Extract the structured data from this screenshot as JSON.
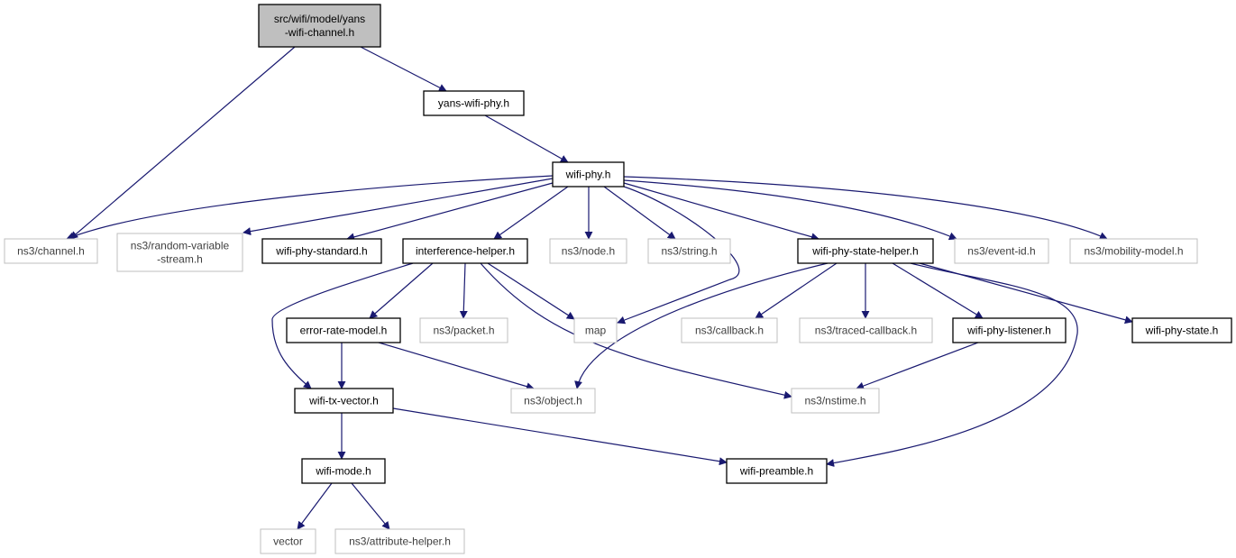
{
  "graph": {
    "colors": {
      "edge": "#191970",
      "root_fill": "#bfbfbf",
      "ext_border": "#bfbfbf",
      "node_border": "#000000"
    },
    "nodes": [
      {
        "id": "yans-wifi-channel",
        "lines": [
          "src/wifi/model/yans",
          "-wifi-channel.h"
        ],
        "style": "root"
      },
      {
        "id": "yans-wifi-phy",
        "lines": [
          "yans-wifi-phy.h"
        ],
        "style": "local"
      },
      {
        "id": "wifi-phy",
        "lines": [
          "wifi-phy.h"
        ],
        "style": "local"
      },
      {
        "id": "ns3-channel",
        "lines": [
          "ns3/channel.h"
        ],
        "style": "external"
      },
      {
        "id": "ns3-random-variable-stream",
        "lines": [
          "ns3/random-variable",
          "-stream.h"
        ],
        "style": "external"
      },
      {
        "id": "wifi-phy-standard",
        "lines": [
          "wifi-phy-standard.h"
        ],
        "style": "local"
      },
      {
        "id": "interference-helper",
        "lines": [
          "interference-helper.h"
        ],
        "style": "local"
      },
      {
        "id": "ns3-node",
        "lines": [
          "ns3/node.h"
        ],
        "style": "external"
      },
      {
        "id": "ns3-string",
        "lines": [
          "ns3/string.h"
        ],
        "style": "external"
      },
      {
        "id": "wifi-phy-state-helper",
        "lines": [
          "wifi-phy-state-helper.h"
        ],
        "style": "local"
      },
      {
        "id": "ns3-event-id",
        "lines": [
          "ns3/event-id.h"
        ],
        "style": "external"
      },
      {
        "id": "ns3-mobility-model",
        "lines": [
          "ns3/mobility-model.h"
        ],
        "style": "external"
      },
      {
        "id": "error-rate-model",
        "lines": [
          "error-rate-model.h"
        ],
        "style": "local"
      },
      {
        "id": "ns3-packet",
        "lines": [
          "ns3/packet.h"
        ],
        "style": "external"
      },
      {
        "id": "map",
        "lines": [
          "map"
        ],
        "style": "external"
      },
      {
        "id": "ns3-callback",
        "lines": [
          "ns3/callback.h"
        ],
        "style": "external"
      },
      {
        "id": "ns3-traced-callback",
        "lines": [
          "ns3/traced-callback.h"
        ],
        "style": "external"
      },
      {
        "id": "wifi-phy-listener",
        "lines": [
          "wifi-phy-listener.h"
        ],
        "style": "local"
      },
      {
        "id": "wifi-phy-state",
        "lines": [
          "wifi-phy-state.h"
        ],
        "style": "local"
      },
      {
        "id": "wifi-tx-vector",
        "lines": [
          "wifi-tx-vector.h"
        ],
        "style": "local"
      },
      {
        "id": "ns3-object",
        "lines": [
          "ns3/object.h"
        ],
        "style": "external"
      },
      {
        "id": "ns3-nstime",
        "lines": [
          "ns3/nstime.h"
        ],
        "style": "external"
      },
      {
        "id": "wifi-mode",
        "lines": [
          "wifi-mode.h"
        ],
        "style": "local"
      },
      {
        "id": "wifi-preamble",
        "lines": [
          "wifi-preamble.h"
        ],
        "style": "local"
      },
      {
        "id": "vector",
        "lines": [
          "vector"
        ],
        "style": "external"
      },
      {
        "id": "ns3-attribute-helper",
        "lines": [
          "ns3/attribute-helper.h"
        ],
        "style": "external"
      }
    ],
    "edges": [
      {
        "from": "yans-wifi-channel",
        "to": "ns3-channel"
      },
      {
        "from": "yans-wifi-channel",
        "to": "yans-wifi-phy"
      },
      {
        "from": "yans-wifi-phy",
        "to": "wifi-phy"
      },
      {
        "from": "wifi-phy",
        "to": "ns3-channel"
      },
      {
        "from": "wifi-phy",
        "to": "ns3-random-variable-stream"
      },
      {
        "from": "wifi-phy",
        "to": "wifi-phy-standard"
      },
      {
        "from": "wifi-phy",
        "to": "interference-helper"
      },
      {
        "from": "wifi-phy",
        "to": "ns3-node"
      },
      {
        "from": "wifi-phy",
        "to": "ns3-string"
      },
      {
        "from": "wifi-phy",
        "to": "map"
      },
      {
        "from": "wifi-phy",
        "to": "wifi-phy-state-helper"
      },
      {
        "from": "wifi-phy",
        "to": "ns3-event-id"
      },
      {
        "from": "wifi-phy",
        "to": "ns3-mobility-model"
      },
      {
        "from": "interference-helper",
        "to": "error-rate-model"
      },
      {
        "from": "interference-helper",
        "to": "ns3-packet"
      },
      {
        "from": "interference-helper",
        "to": "map"
      },
      {
        "from": "interference-helper",
        "to": "wifi-tx-vector"
      },
      {
        "from": "interference-helper",
        "to": "ns3-nstime"
      },
      {
        "from": "wifi-phy-state-helper",
        "to": "ns3-object"
      },
      {
        "from": "wifi-phy-state-helper",
        "to": "ns3-callback"
      },
      {
        "from": "wifi-phy-state-helper",
        "to": "ns3-traced-callback"
      },
      {
        "from": "wifi-phy-state-helper",
        "to": "wifi-phy-listener"
      },
      {
        "from": "wifi-phy-state-helper",
        "to": "wifi-phy-state"
      },
      {
        "from": "wifi-phy-state-helper",
        "to": "wifi-preamble"
      },
      {
        "from": "error-rate-model",
        "to": "wifi-tx-vector"
      },
      {
        "from": "error-rate-model",
        "to": "ns3-object"
      },
      {
        "from": "wifi-phy-listener",
        "to": "ns3-nstime"
      },
      {
        "from": "wifi-tx-vector",
        "to": "wifi-mode"
      },
      {
        "from": "wifi-tx-vector",
        "to": "wifi-preamble"
      },
      {
        "from": "wifi-mode",
        "to": "vector"
      },
      {
        "from": "wifi-mode",
        "to": "ns3-attribute-helper"
      }
    ]
  }
}
